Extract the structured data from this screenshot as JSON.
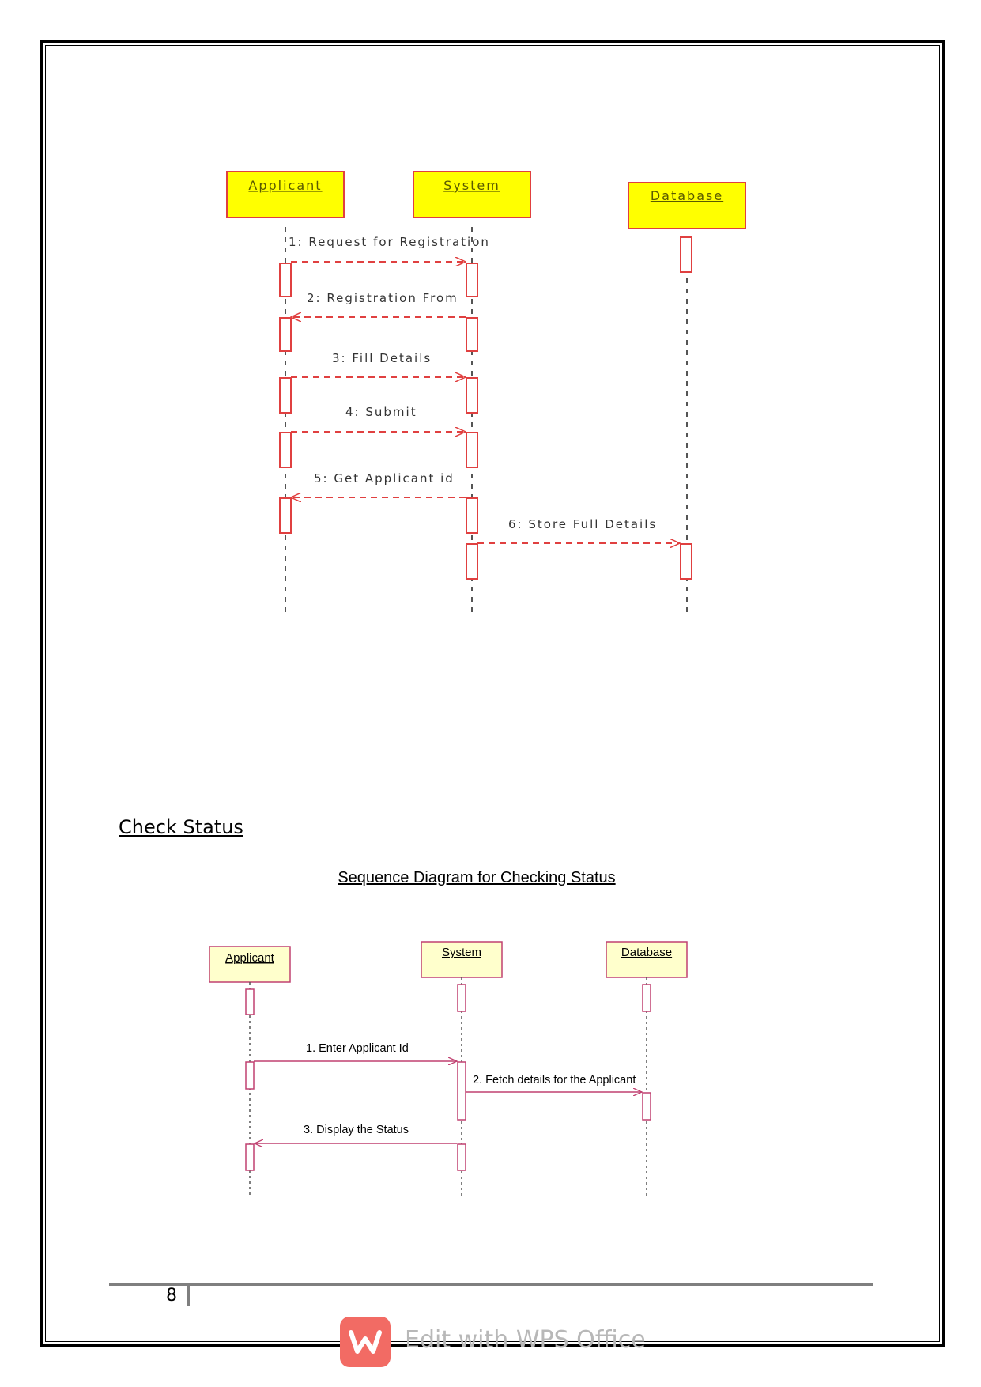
{
  "diagram1": {
    "lifelines": [
      "Applicant",
      "System",
      "Database"
    ],
    "messages": [
      "1: Request for Registration",
      "2: Registration From",
      "3: Fill Details",
      "4: Submit",
      "5: Get Applicant id",
      "6: Store Full Details"
    ],
    "colors": {
      "box_fill": "#ffff00",
      "box_border": "#e04040",
      "lines": "#e04040",
      "text": "#5a5a00"
    }
  },
  "section_heading": "Check Status",
  "diagram2": {
    "title": "Sequence Diagram for Checking Status",
    "lifelines": [
      "Applicant",
      "System",
      "Database"
    ],
    "messages": [
      "1. Enter Applicant Id",
      "2. Fetch details for the Applicant",
      "3. Display the Status"
    ],
    "colors": {
      "box_fill": "#ffffcc",
      "box_border": "#c04070",
      "lines": "#c04070"
    }
  },
  "footer": {
    "page_number": "8"
  },
  "watermark": {
    "text": "Edit with WPS Office",
    "icon": "wps-logo-icon",
    "color": "#f26b64"
  }
}
